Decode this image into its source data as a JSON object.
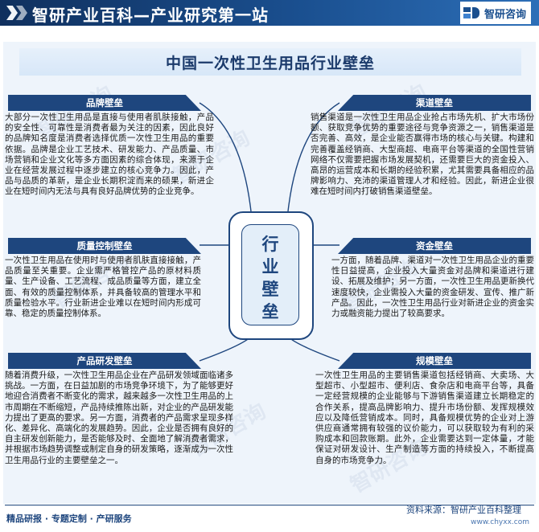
{
  "header": {
    "site_title": "智研产业百科—产业研究第一站",
    "logo_text": "智研咨询"
  },
  "title": "中国一次性卫生用品行业壁垒",
  "center_text": [
    "行",
    "业",
    "壁",
    "垒"
  ],
  "watermark": "智研咨询",
  "cards": {
    "brand": {
      "title": "品牌壁垒",
      "text": "大部分一次性卫生用品是直接与使用者肌肤接触，产品的安全性、可靠性是消费者最为关注的因素，因此良好的品牌知名度是消费者选择优质一次性卫生用品的重要依据。品牌是企业工艺技术、研发能力、产品质量、市场营销和企业文化等多方面因素的综合体现，来源于企业在经营发展过程中逐步建立的核心竞争力。因此，产品与品质的革新，是企业长期积淀而来的硕果，新进企业在短时间内无法与具有良好品牌优势的企业竞争。"
    },
    "quality": {
      "title": "质量控制壁垒",
      "text": "一次性卫生用品在使用时与使用者肌肤直接接触，产品质量至关重要。企业需严格管控产品的原材料质量、生产设备、工艺流程、成品质量等方面，建立全面、有效的质量控制体系，并具备较高的管理水平和质量检验水平。行业新进企业难以在短时间内形成可靠、稳定的质量控制体系。"
    },
    "rnd": {
      "title": "产品研发壁垒",
      "text": "随着消费升级，一次性卫生用品企业在产品研发领域面临诸多挑战。一方面，在日益加剧的市场竞争环境下，为了能够更好地迎合消费者不断变化的需求，越来越多一次性卫生用品的上市周期在不断缩短，产品持续推陈出新，对企业的产品研发能力提出了更高的要求。另一方面，消费者的产品需求呈现多样化、差异化、高端化的发展趋势。因此，企业是否拥有良好的自主研发创新能力，是否能够及时、全面地了解消费者需求，并根据市场趋势调整或制定自身的研发策略，逐渐成为一次性卫生用品行业的主要壁垒之一。"
    },
    "channel": {
      "title": "渠道壁垒",
      "text": "销售渠道是一次性卫生用品企业抢占市场先机、扩大市场份额、获取竞争优势的重要途径与竞争资源之一，销售渠道是否完善、高效，是企业能否赢得市场的核心与关键。构建和完善覆盖经销商、大型商超、电商平台等渠道的全国性营销网络不仅需要把握市场发展契机，还需要巨大的资金投入、高昂的运营成本和长期的经验积累，尤其需要具备相应的品牌影响力、充沛的渠道管理人才和经验。因此，新进企业很难在短时间内打破销售渠道壁垒。"
    },
    "capital": {
      "title": "资金壁垒",
      "text": "一方面，随着品牌、渠道对一次性卫生用品企业的重要性日益提高，企业投入大量资金对品牌和渠道进行建设、拓展及维护；另一方面，一次性卫生用品更新换代速度较快，企业需投入大量的资金研发、宣传、推广新产品。因此，一次性卫生用品行业对新进企业的资金实力或融资能力提出了较高要求。"
    },
    "scale": {
      "title": "规模壁垒",
      "text": "一次性卫生用品的主要销售渠道包括经销商、大卖场、大型超市、小型超市、便利店、食杂店和电商平台等，具备一定经营规模的企业能够与下游销售渠道建立长期稳定的合作关系，提高品牌影响力、提升市场份额、发挥规模效应以及降低营销成本。同时，具备规模优势的企业对上游供应商通常拥有较强的议价能力，可以获取较为有利的采购成本和回款账期。此外，企业需要达到一定体量，才能保证对研发设计、生产制造等方面的持续投入，不断提高自身的市场竞争力。"
    }
  },
  "footer": {
    "left": "精品研报 · 专题定制 · 产研服务",
    "source": "资料来源：智研产业百科整理",
    "url": "www.chyxx.com"
  }
}
